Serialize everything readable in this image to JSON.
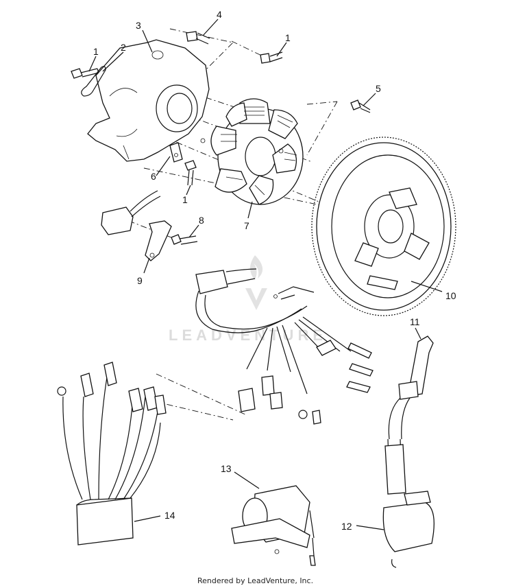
{
  "watermark": "LEADVENTURE",
  "footer": "Rendered by LeadVenture, Inc.",
  "callouts": {
    "c1a": "1",
    "c2": "2",
    "c3": "3",
    "c4": "4",
    "c1b": "1",
    "c5": "5",
    "c6": "6",
    "c1c": "1",
    "c7": "7",
    "c8": "8",
    "c9": "9",
    "c10": "10",
    "c11": "11",
    "c12": "12",
    "c13": "13",
    "c14": "14"
  }
}
